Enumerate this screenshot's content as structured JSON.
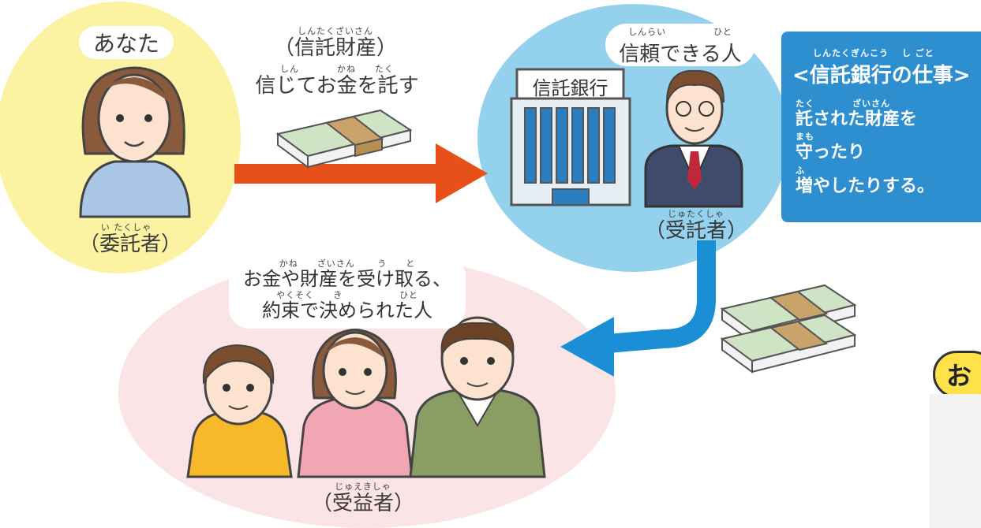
{
  "entrustor": {
    "label": "あなた",
    "role_ruby": "い たくしゃ",
    "role": "（委託者）"
  },
  "entrust_action": {
    "property_ruby": "しんたくざいさん",
    "property": "（信託財産）",
    "action_ruby": "しん　　　　かね　　たく",
    "action": "信じてお金を託す"
  },
  "trustee": {
    "bubble_ruby": "しんらい　　　　　ひと",
    "bubble": "信頼できる人",
    "bank_sign": "信託銀行",
    "role_ruby": "じゅたくしゃ",
    "role": "（受託者）"
  },
  "bank_duties": {
    "title_ruby": "しんたくぎんこう　 し ごと",
    "title": "<信託銀行の仕事>",
    "lines": [
      {
        "ruby": "たく　　　　ざいさん",
        "text": "託された財産を"
      },
      {
        "ruby": "まも",
        "text": "守ったり"
      },
      {
        "ruby": "ふ",
        "text": "増やしたりする。"
      }
    ]
  },
  "beneficiary": {
    "bubble_ruby_1": "かね　　ざいさん　　 う　　と",
    "bubble_line_1": "お金や財産を受け取る、",
    "bubble_ruby_2": "やくそく　　き　　　　　　ひと",
    "bubble_line_2": "約束で決められた人",
    "role_ruby": "じゅえきしゃ",
    "role": "（受益者）"
  },
  "corner_badge": {
    "text": "お"
  },
  "colors": {
    "entrustor_bg": "#fbf3a2",
    "trustee_bg": "#93d1ec",
    "beneficiary_bg": "#fbe4e6",
    "duties_bg": "#2e8fd0",
    "arrow_orange": "#e8501a",
    "arrow_blue": "#1a8fd6"
  }
}
